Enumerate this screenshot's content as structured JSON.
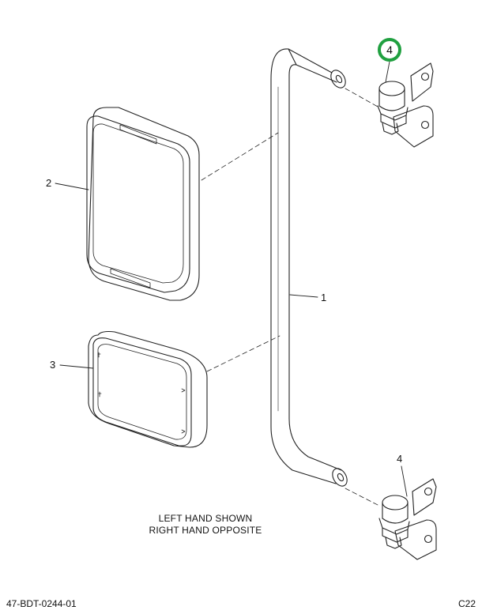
{
  "callouts": {
    "mirror_arm": "1",
    "main_mirror": "2",
    "convex_mirror": "3",
    "upper_bracket": "4",
    "lower_bracket": "4"
  },
  "note": {
    "line1": "LEFT HAND SHOWN",
    "line2": "RIGHT HAND OPPOSITE"
  },
  "footer": {
    "drawing_number": "47-BDT-0244-01",
    "page_code": "C22"
  },
  "colors": {
    "line": "#222222",
    "highlight_ring": "#20a040"
  }
}
